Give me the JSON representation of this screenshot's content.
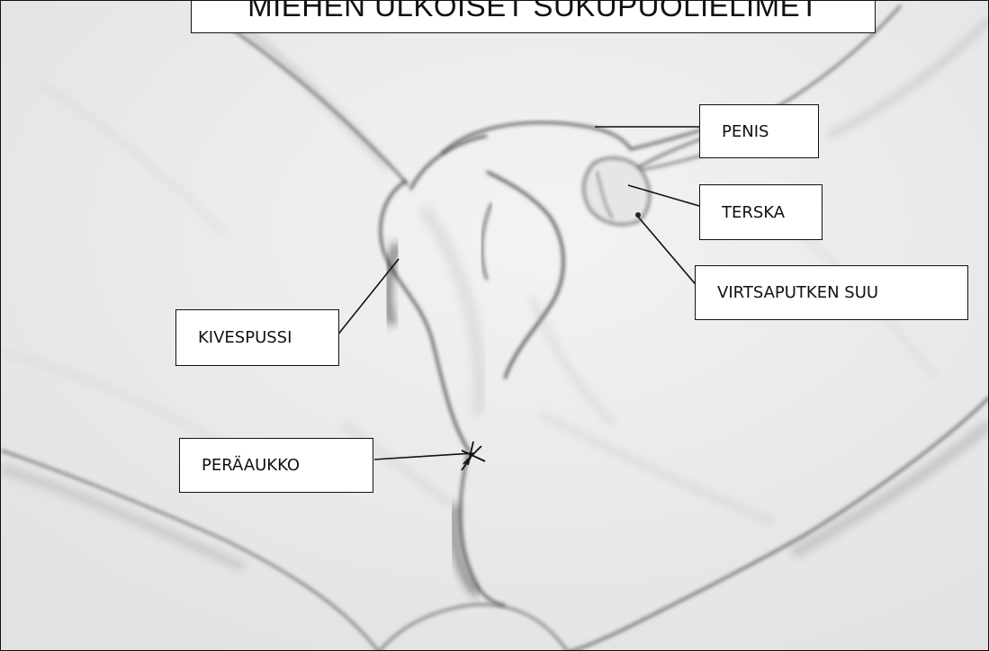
{
  "diagram": {
    "title": "MIEHEN ULKOISET SUKUPUOLIELIMET",
    "labels": {
      "penis": "PENIS",
      "terska": "TERSKA",
      "virtsaputken_suu": "VIRTSAPUTKEN SUU",
      "kivespussi": "KIVESPUSSI",
      "peraaukko": "PERÄAUKKO"
    }
  }
}
